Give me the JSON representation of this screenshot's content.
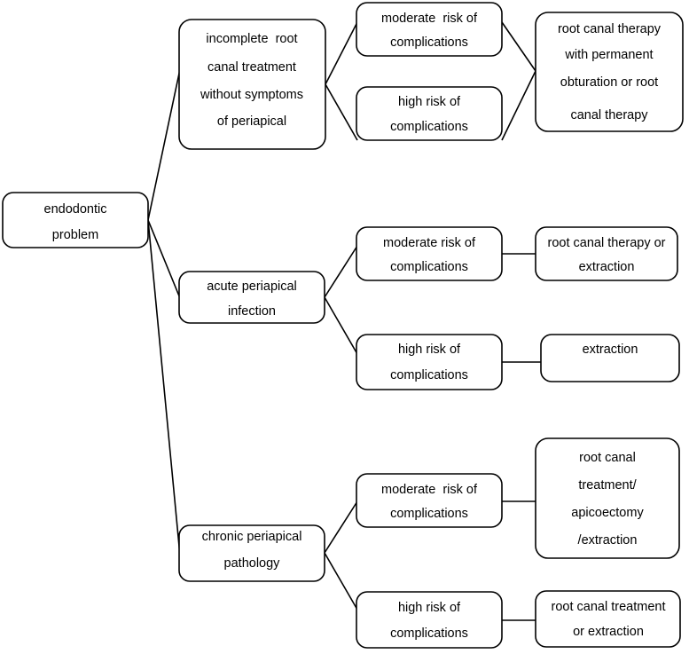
{
  "diagram": {
    "title": "endodontic problem decision flowchart",
    "stroke_color": "#000000",
    "fill_color": "#ffffff",
    "background_color": "#ffffff"
  },
  "nodes": {
    "root": {
      "id": "endodontic-problem",
      "lines": [
        "endodontic",
        "problem"
      ],
      "line1": "endodontic",
      "line2": "problem"
    },
    "branch_incomplete": {
      "id": "incomplete-root-canal-treatment",
      "line1": "incomplete  root",
      "line2": "canal treatment",
      "line3": "without symptoms",
      "line4": "of periapical"
    },
    "branch_acute": {
      "id": "acute-periapical-infection",
      "line1": "acute periapical",
      "line2": "infection"
    },
    "branch_chronic": {
      "id": "chronic-periapical-pathology",
      "line1": "chronic periapical",
      "line2": "pathology"
    },
    "risk_1_moderate": {
      "id": "moderate-risk-of-complications-1",
      "line1": "moderate  risk of",
      "line2": "complications"
    },
    "risk_1_high": {
      "id": "high-risk-of-complications-1",
      "line1": "high risk of",
      "line2": "complications"
    },
    "risk_2_moderate": {
      "id": "moderate-risk-of-complications-2",
      "line1": "moderate risk of",
      "line2": "complications"
    },
    "risk_2_high": {
      "id": "high-risk-of-complications-2",
      "line1": "high risk of",
      "line2": "complications"
    },
    "risk_3_moderate": {
      "id": "moderate-risk-of-complications-3",
      "line1": "moderate  risk of",
      "line2": "complications"
    },
    "risk_3_high": {
      "id": "high-risk-of-complications-3",
      "line1": "high risk of",
      "line2": "complications"
    },
    "outcome_1": {
      "id": "root-canal-therapy-permanent-obturation",
      "line1": "root canal therapy",
      "line2": "with permanent",
      "line3": "obturation or root",
      "line4": "canal therapy"
    },
    "outcome_2a": {
      "id": "root-canal-therapy-or-extraction",
      "line1": "root canal therapy or",
      "line2": "extraction"
    },
    "outcome_2b": {
      "id": "extraction",
      "line1": "extraction"
    },
    "outcome_3a": {
      "id": "root-canal-treatment-apicoectomy-extraction",
      "line1": "root canal",
      "line2": "treatment/",
      "line3": "apicoectomy",
      "line4": "/extraction"
    },
    "outcome_3b": {
      "id": "root-canal-treatment-or-extraction",
      "line1": "root canal treatment",
      "line2": "or extraction"
    }
  },
  "edges": [
    {
      "from": "endodontic-problem",
      "to": "incomplete-root-canal-treatment"
    },
    {
      "from": "endodontic-problem",
      "to": "acute-periapical-infection"
    },
    {
      "from": "endodontic-problem",
      "to": "chronic-periapical-pathology"
    },
    {
      "from": "incomplete-root-canal-treatment",
      "to": "moderate-risk-of-complications-1"
    },
    {
      "from": "incomplete-root-canal-treatment",
      "to": "high-risk-of-complications-1"
    },
    {
      "from": "moderate-risk-of-complications-1",
      "to": "root-canal-therapy-permanent-obturation"
    },
    {
      "from": "high-risk-of-complications-1",
      "to": "root-canal-therapy-permanent-obturation"
    },
    {
      "from": "acute-periapical-infection",
      "to": "moderate-risk-of-complications-2"
    },
    {
      "from": "acute-periapical-infection",
      "to": "high-risk-of-complications-2"
    },
    {
      "from": "moderate-risk-of-complications-2",
      "to": "root-canal-therapy-or-extraction"
    },
    {
      "from": "high-risk-of-complications-2",
      "to": "extraction"
    },
    {
      "from": "chronic-periapical-pathology",
      "to": "moderate-risk-of-complications-3"
    },
    {
      "from": "chronic-periapical-pathology",
      "to": "high-risk-of-complications-3"
    },
    {
      "from": "moderate-risk-of-complications-3",
      "to": "root-canal-treatment-apicoectomy-extraction"
    },
    {
      "from": "high-risk-of-complications-3",
      "to": "root-canal-treatment-or-extraction"
    }
  ]
}
